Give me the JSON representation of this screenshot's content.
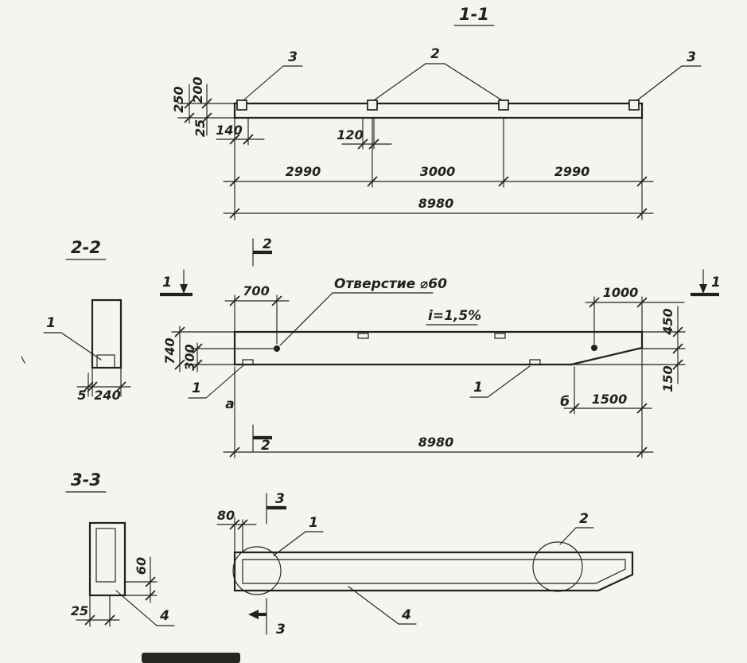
{
  "colors": {
    "paper": "#f6f4ee",
    "ink": "#23211d"
  },
  "s11": {
    "title": "1-1",
    "callout_3_left": "3",
    "callout_2": "2",
    "callout_3_right": "3",
    "d200": "200",
    "d250": "250",
    "d25": "25",
    "d140": "140",
    "d120": "120",
    "span_1": "2990",
    "span_2": "3000",
    "span_3": "2990",
    "total": "8980"
  },
  "s22": {
    "title": "2-2",
    "callout_1": "1",
    "d5": "5",
    "d240": "240"
  },
  "elev": {
    "marker_2_top": "2",
    "marker_2_bottom": "2",
    "marker_1_left": "1",
    "marker_1_right": "1",
    "d700": "700",
    "hole_note": "Отверстие ⌀60",
    "slope": "i=1,5%",
    "d1000": "1000",
    "d740": "740",
    "d300": "300",
    "d450": "450",
    "d150": "150",
    "callout_1_left": "1",
    "callout_1_right": "1",
    "node_a": "а",
    "node_b": "б",
    "d1500": "1500",
    "total": "8980"
  },
  "s33": {
    "title": "3-3",
    "d60": "60",
    "d25": "25",
    "callout_4": "4"
  },
  "plan": {
    "marker_3_top": "3",
    "marker_3_bottom": "3",
    "d80": "80",
    "callout_1": "1",
    "callout_2": "2",
    "callout_4": "4"
  }
}
